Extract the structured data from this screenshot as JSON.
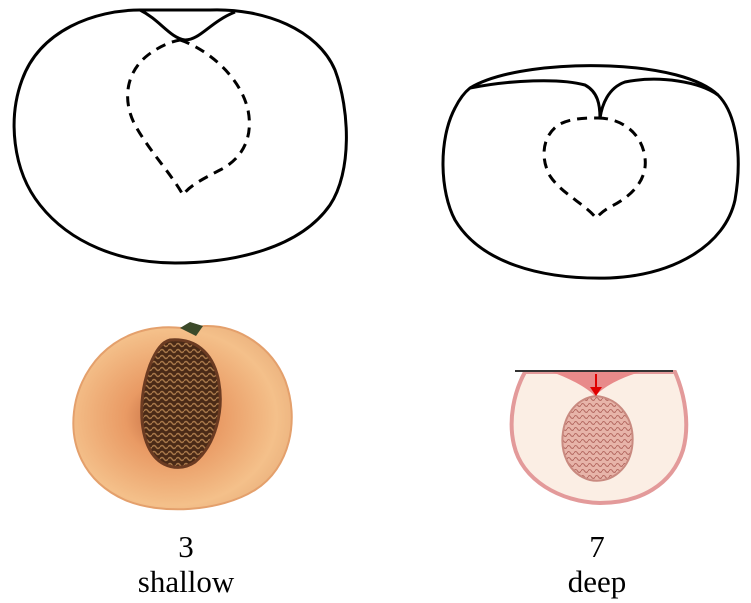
{
  "examples": [
    {
      "score": "3",
      "term": "shallow"
    },
    {
      "score": "7",
      "term": "deep"
    }
  ],
  "colors": {
    "outline": "#000000",
    "shallow_flesh": "#f0b47a",
    "shallow_skin": "#e8a070",
    "shallow_pit": "#5a3520",
    "deep_flesh": "#fbeee4",
    "deep_skin": "#e39a9a",
    "deep_pit": "#d89a90",
    "arrow": "#e00000"
  }
}
